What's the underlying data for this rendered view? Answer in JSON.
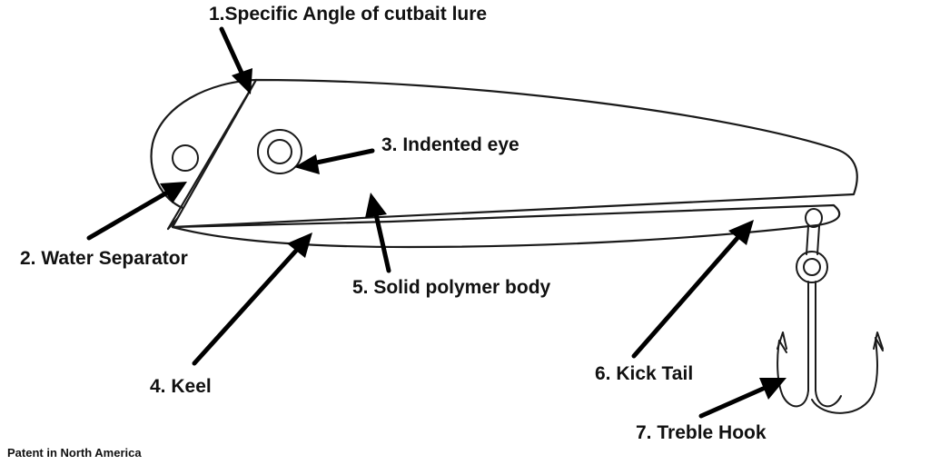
{
  "labels": {
    "angle": "1.Specific Angle of cutbait lure",
    "separator": "2. Water Separator",
    "eye": "3. Indented eye",
    "keel": "4. Keel",
    "body": "5. Solid polymer body",
    "kick_tail": "6. Kick Tail",
    "hook": "7. Treble Hook"
  },
  "footer": "Patent in North America"
}
